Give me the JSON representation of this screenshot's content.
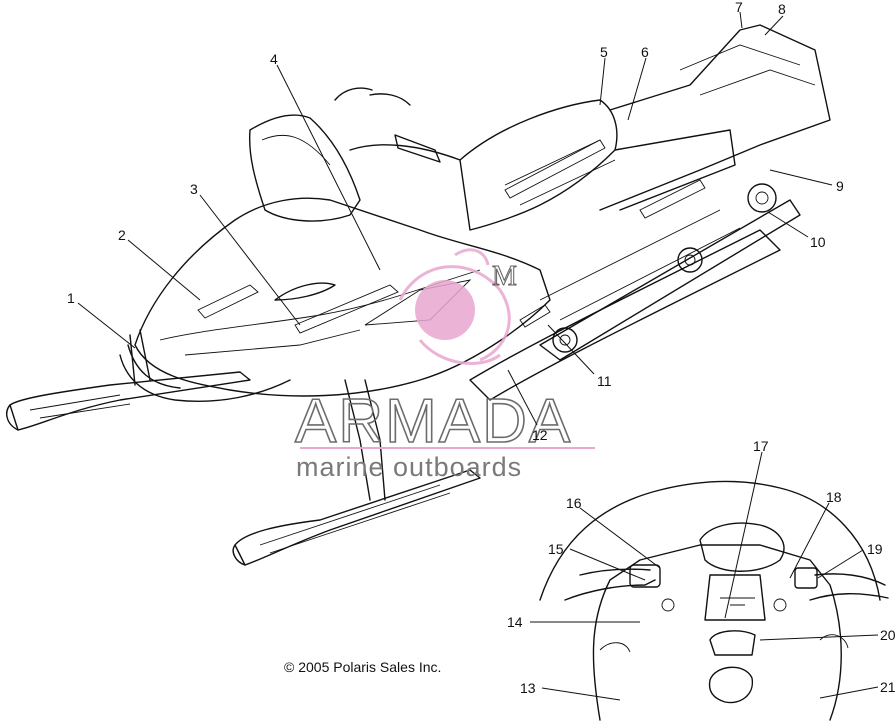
{
  "diagram": {
    "callouts": [
      "1",
      "2",
      "3",
      "4",
      "5",
      "6",
      "7",
      "8",
      "9",
      "10",
      "11",
      "12",
      "13",
      "14",
      "15",
      "16",
      "17",
      "18",
      "19",
      "20",
      "21"
    ],
    "copyright": "© 2005 Polaris Sales Inc.",
    "watermark": {
      "brand": "ARMADA",
      "tagline": "marine outboards",
      "accent_color": "#e8a8cf",
      "logo_letter": "M"
    }
  }
}
